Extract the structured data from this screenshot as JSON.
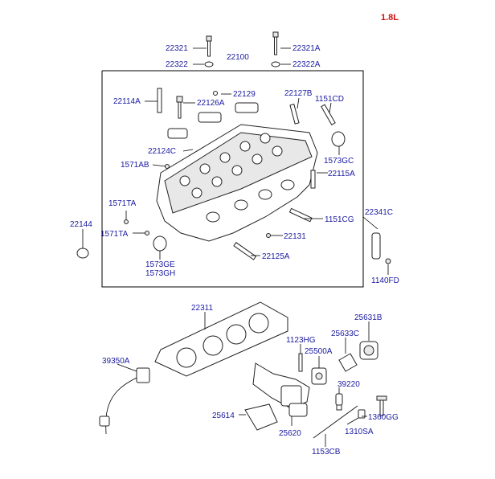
{
  "variant_label": "1.8L",
  "part_numbers": {
    "p22321": "22321",
    "p22321A": "22321A",
    "p22322": "22322",
    "p22322A": "22322A",
    "p22100": "22100",
    "p22129": "22129",
    "p22114A": "22114A",
    "p22126A": "22126A",
    "p22127B": "22127B",
    "p1151CD": "1151CD",
    "p22124C": "22124C",
    "p1573GC": "1573GC",
    "p1571AB": "1571AB",
    "p22115A": "22115A",
    "p1571TA_1": "1571TA",
    "p22341C": "22341C",
    "p22144": "22144",
    "p1151CG": "1151CG",
    "p1571TA_2": "1571TA",
    "p22131": "22131",
    "p1573GE": "1573GE",
    "p22125A": "22125A",
    "p1573GH": "1573GH",
    "p1140FD": "1140FD",
    "p22311": "22311",
    "p25631B": "25631B",
    "p25633C": "25633C",
    "p1123HG": "1123HG",
    "p25500A": "25500A",
    "p39350A": "39350A",
    "p39220": "39220",
    "p25614": "25614",
    "p1360GG": "1360GG",
    "p25620": "25620",
    "p1310SA": "1310SA",
    "p1153CB": "1153CB"
  }
}
